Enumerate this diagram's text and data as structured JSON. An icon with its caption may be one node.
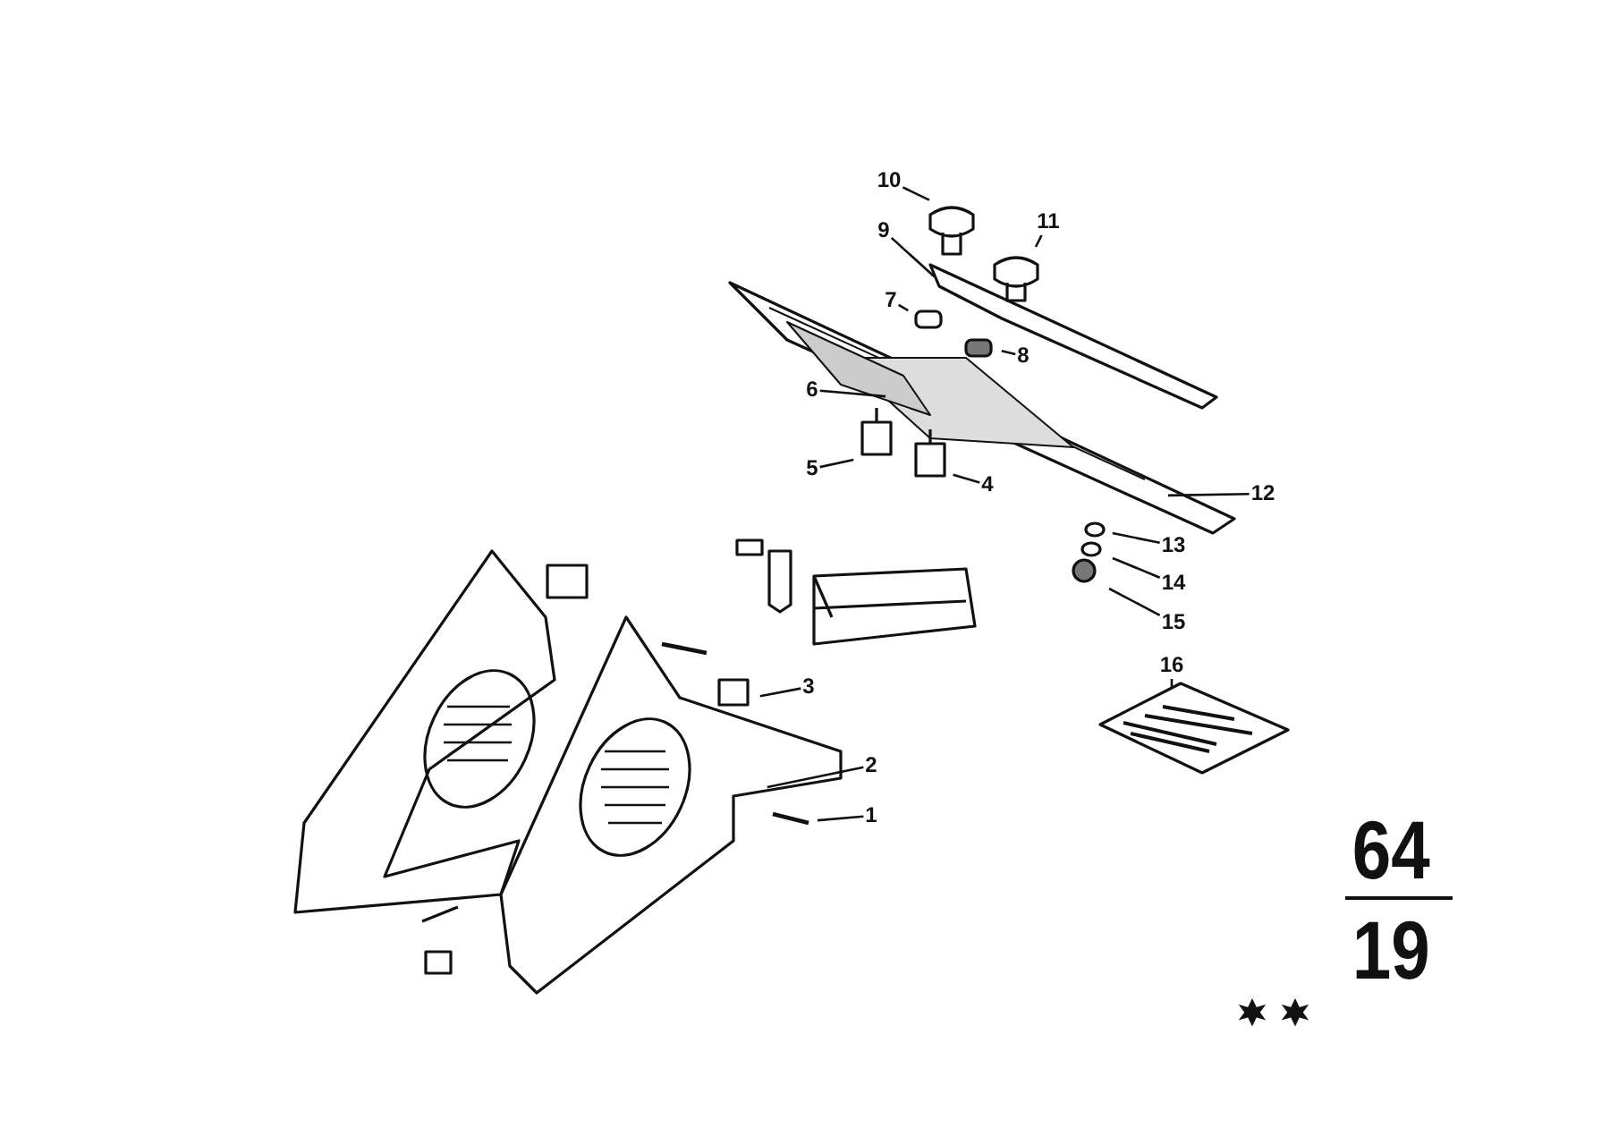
{
  "diagram": {
    "nodes": [
      {
        "text": [
          "10"
        ]
      },
      {
        "text": [
          "9"
        ]
      },
      {
        "text": [
          "11"
        ]
      },
      {
        "text": [
          "7"
        ]
      },
      {
        "text": [
          "8"
        ]
      },
      {
        "text": [
          "6"
        ]
      },
      {
        "text": [
          "5"
        ]
      },
      {
        "text": [
          "4"
        ]
      },
      {
        "text": [
          "12"
        ]
      },
      {
        "text": [
          "13"
        ]
      },
      {
        "text": [
          "14"
        ]
      },
      {
        "text": [
          "15"
        ]
      },
      {
        "text": [
          "16"
        ]
      },
      {
        "text": [
          "3"
        ]
      },
      {
        "text": [
          "2"
        ]
      },
      {
        "text": [
          "1"
        ]
      }
    ],
    "edges": [
      {
        "from": 0,
        "to": null,
        "arrow": "none"
      },
      {
        "from": 1,
        "to": null,
        "arrow": "none"
      },
      {
        "from": 2,
        "to": null,
        "arrow": "none"
      },
      {
        "from": 3,
        "to": null,
        "arrow": "none"
      },
      {
        "from": 4,
        "to": null,
        "arrow": "none"
      },
      {
        "from": 5,
        "to": null,
        "arrow": "none"
      },
      {
        "from": 6,
        "to": null,
        "arrow": "none"
      },
      {
        "from": 7,
        "to": null,
        "arrow": "none"
      },
      {
        "from": 8,
        "to": null,
        "arrow": "none"
      },
      {
        "from": 9,
        "to": null,
        "arrow": "none"
      },
      {
        "from": 10,
        "to": null,
        "arrow": "none"
      },
      {
        "from": 11,
        "to": null,
        "arrow": "none"
      },
      {
        "from": 12,
        "to": null,
        "arrow": "none"
      },
      {
        "from": 13,
        "to": null,
        "arrow": "none"
      },
      {
        "from": 14,
        "to": null,
        "arrow": "none"
      },
      {
        "from": 15,
        "to": null,
        "arrow": "none"
      }
    ],
    "labels": [
      "64",
      "19"
    ]
  }
}
